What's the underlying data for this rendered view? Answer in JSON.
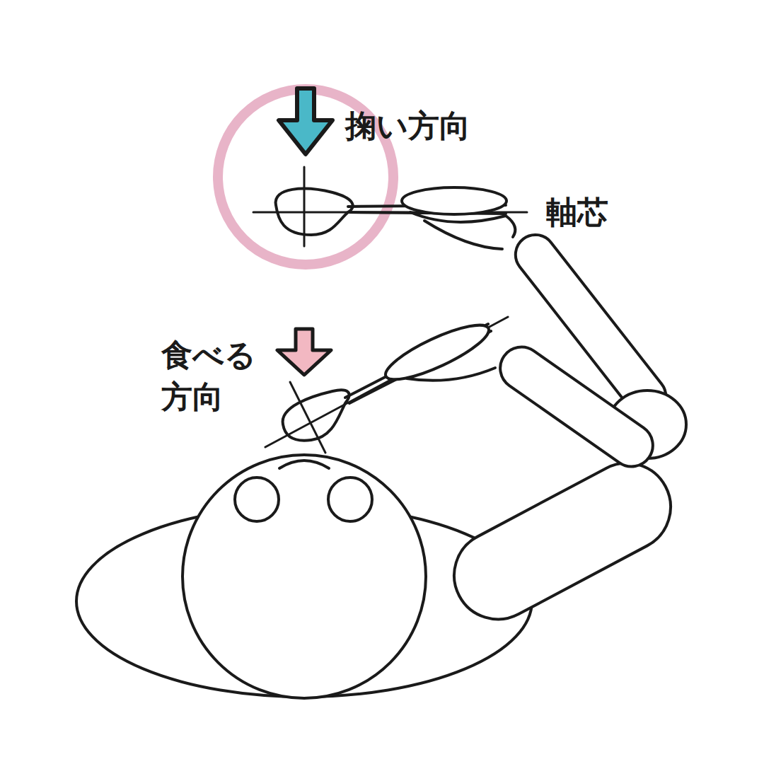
{
  "diagram": {
    "labels": [
      "掬い方向",
      "軸芯",
      "食べる 方向"
    ]
  }
}
